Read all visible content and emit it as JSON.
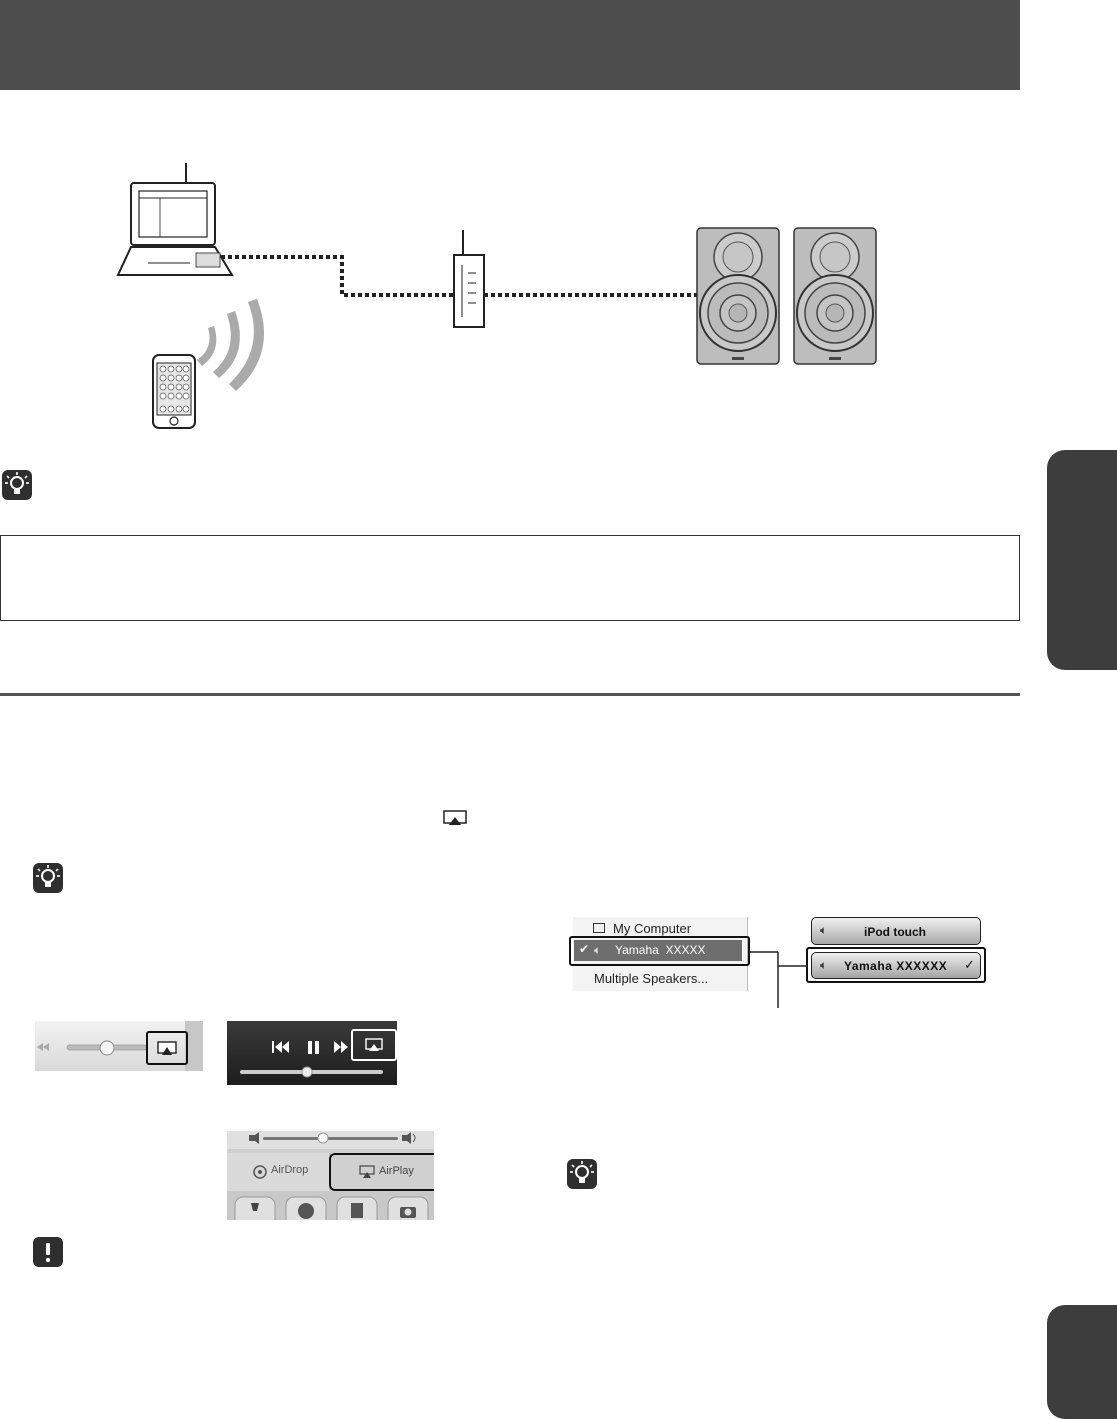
{
  "airplay_icon": "airplay-icon",
  "mac_menu": {
    "items": [
      "My Computer",
      "Yamaha  XXXXX",
      "Multiple Speakers..."
    ]
  },
  "ios_menu": {
    "items": [
      "iPod touch",
      "Yamaha XXXXXX"
    ]
  },
  "control_center": {
    "airdrop_label": "AirDrop",
    "airplay_label": "AirPlay"
  },
  "colors": {
    "header": "#4d4d4d",
    "side_tab": "#3d3d3d",
    "selected_row": "#6e6e6e"
  }
}
